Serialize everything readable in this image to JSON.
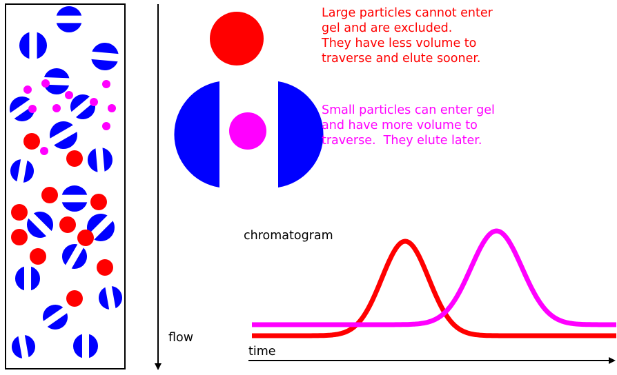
{
  "colors": {
    "large_particle": "#ff0000",
    "small_particle": "#ff00ff",
    "gel_bead": "#0000ff",
    "background": "#ffffff",
    "line": "#000000"
  },
  "icons": {
    "gel_bead": "split-circle-bead-icon",
    "large_particle": "red-circle-icon",
    "small_particle": "magenta-circle-icon",
    "flow_arrow": "arrow-down-icon",
    "time_arrow": "arrow-right-icon"
  },
  "notes": {
    "large_particles": "Large particles cannot enter\ngel and are excluded.\nThey have less volume to\ntraverse and elute sooner.",
    "small_particles": "Small particles can enter gel\nand have more volume to\ntraverse.  They elute later."
  },
  "labels": {
    "flow": "flow",
    "chromatogram": "chromatogram",
    "time": "time"
  },
  "chromatogram": {
    "peaks": [
      {
        "particle": "large",
        "color": "#ff0000",
        "elution_order": 1,
        "relative_time": 0.42
      },
      {
        "particle": "small",
        "color": "#ff00ff",
        "elution_order": 2,
        "relative_time": 0.67
      }
    ]
  }
}
